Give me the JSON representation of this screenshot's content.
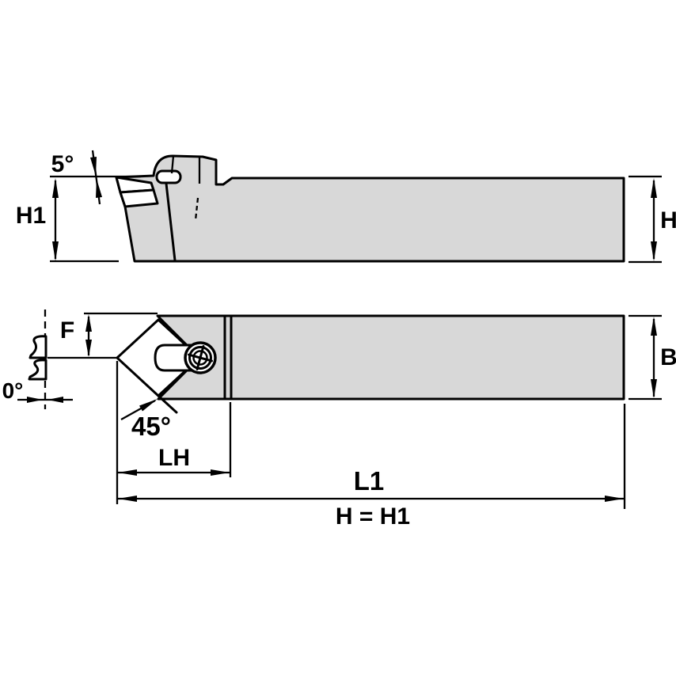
{
  "labels": {
    "clearance_angle": "5°",
    "shank_height_left": "H1",
    "shank_height_right": "H",
    "tip_offset": "F",
    "end_cutting_angle": "0°",
    "shank_width": "B",
    "lead_angle": "45°",
    "head_length": "LH",
    "overall_length": "L1",
    "height_note": "H = H1"
  },
  "colors": {
    "background": "#ffffff",
    "body_fill": "#d8d8d8",
    "insert_fill": "#ffffff",
    "line": "#000000"
  }
}
